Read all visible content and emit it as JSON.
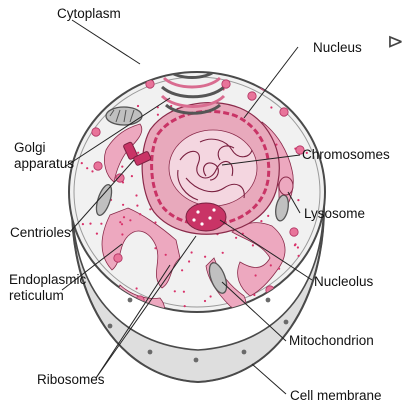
{
  "colors": {
    "cytoplasm": "#f1f1f1",
    "membrane": "#4a4a4a",
    "bottom_face": "#dedede",
    "nucleus_pink": "#e8a9bc",
    "dark_pink": "#c93466",
    "er_pink": "#eda8bf",
    "ribosome": "#d9326a",
    "chromatin": "#f4d6e0",
    "leader": "#222222",
    "text": "#111111"
  },
  "labels": {
    "cytoplasm": "Cytoplasm",
    "nucleus": "Nucleus",
    "golgi_line1": "Golgi",
    "golgi_line2": "apparatus",
    "chromosomes": "Chromosomes",
    "centrioles": "Centrioles",
    "lysosome": "Lysosome",
    "er_line1": "Endoplasmic",
    "er_line2": "reticulum",
    "nucleolus": "Nucleolus",
    "mitochondrion": "Mitochondrion",
    "ribosomes": "Ribosomes",
    "cell_membrane": "Cell membrane"
  },
  "corner_glyph": "⊳"
}
